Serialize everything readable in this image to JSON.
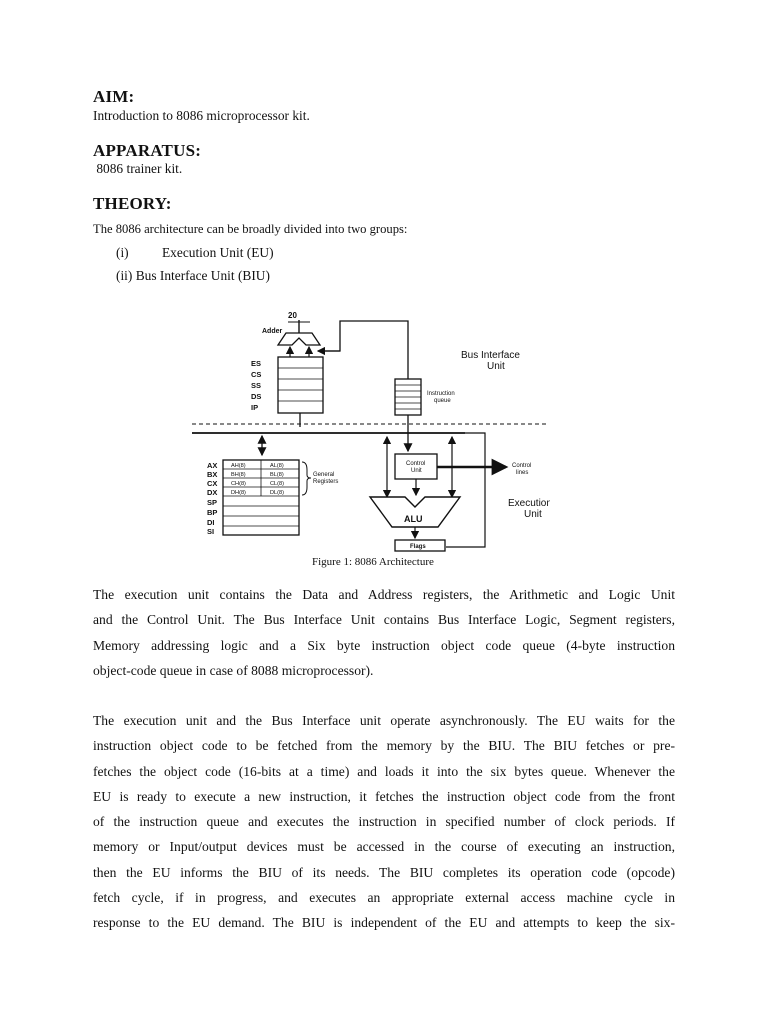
{
  "sections": {
    "aim": {
      "heading": "AIM:",
      "text": "Introduction to 8086 microprocessor kit."
    },
    "apparatus": {
      "heading": "APPARATUS:",
      "text": " 8086 trainer kit."
    },
    "theory": {
      "heading": "THEORY:",
      "intro": "The 8086 architecture can be broadly divided into two groups:",
      "list": [
        {
          "num": "(i)",
          "text": "Execution Unit (EU)"
        },
        {
          "num": "",
          "text": "(ii) Bus Interface Unit (BIU)"
        }
      ]
    }
  },
  "figure": {
    "caption": "Figure 1: 8086 Architecture",
    "labels": {
      "bus_width": "20",
      "adder": "Adder",
      "bus_interface_unit_l1": "Bus Interface",
      "bus_interface_unit_l2": "Unit",
      "instruction_queue_l1": "Instruction",
      "instruction_queue_l2": "queue",
      "execution_unit_l1": "Execution",
      "execution_unit_l2": "Unit",
      "control_unit_l1": "Control",
      "control_unit_l2": "Unit",
      "control_lines_l1": "Control",
      "control_lines_l2": "lines",
      "alu": "ALU",
      "flags": "Flags",
      "general_registers_l1": "General",
      "general_registers_l2": "Registers"
    },
    "segment_registers": [
      "ES",
      "CS",
      "SS",
      "DS",
      "IP"
    ],
    "general_register_names": [
      "AX",
      "BX",
      "CX",
      "DX",
      "SP",
      "BP",
      "DI",
      "SI"
    ],
    "general_register_halves": [
      [
        "AH(8)",
        "AL(8)"
      ],
      [
        "BH(8)",
        "BL(8)"
      ],
      [
        "CH(8)",
        "CL(8)"
      ],
      [
        "DH(8)",
        "DL(8)"
      ]
    ]
  },
  "paragraphs": {
    "p1": {
      "lines": [
        "The execution unit contains the Data and Address registers, the Arithmetic and Logic Unit",
        "and the Control Unit. The Bus Interface Unit contains Bus Interface Logic, Segment registers,",
        "Memory addressing logic and a Six byte instruction object code queue (4-byte instruction"
      ],
      "last": "object-code queue in case of 8088 microprocessor)."
    },
    "p2": {
      "lines": [
        "The execution unit and the Bus Interface unit operate asynchronously. The EU waits for the",
        "instruction object code to be fetched from the memory by the BIU. The BIU fetches or pre-",
        "fetches the object code (16-bits at a time) and loads it into the six bytes queue. Whenever the",
        "EU is ready to execute a new instruction, it fetches the instruction object code from the front",
        "of the instruction queue and executes the instruction in specified number of clock periods. If",
        "memory or Input/output devices must be accessed in the course of executing an instruction,",
        "then the EU informs the BIU of its needs. The BIU completes its operation code (opcode)",
        "fetch cycle, if in progress, and executes an appropriate external access machine cycle in",
        "response to the EU demand. The BIU is independent of the EU and attempts to keep the six-"
      ]
    }
  }
}
